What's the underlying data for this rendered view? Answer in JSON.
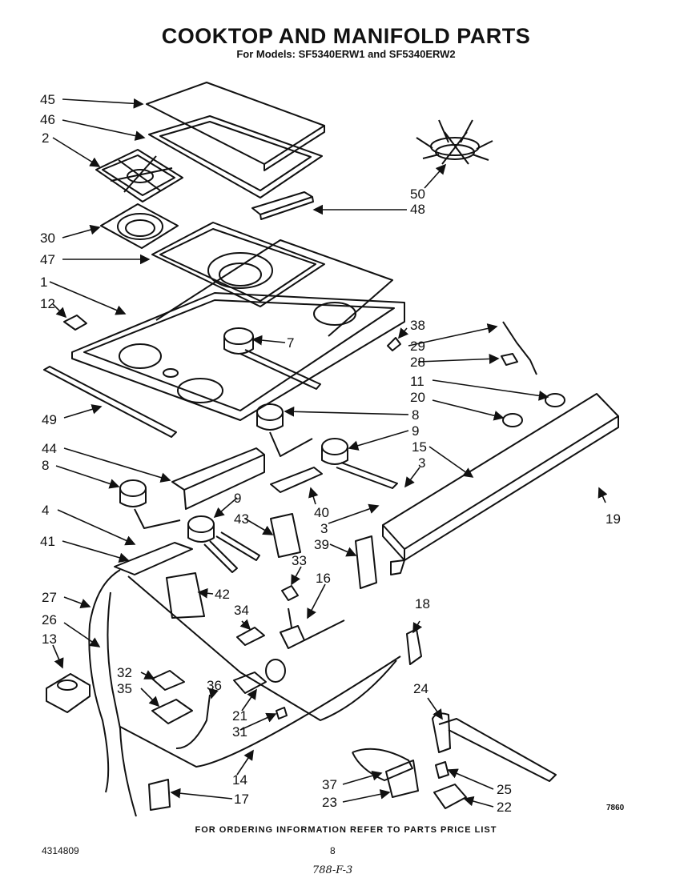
{
  "header": {
    "title": "COOKTOP AND MANIFOLD PARTS",
    "subtitle": "For Models: SF5340ERW1 and SF5340ERW2"
  },
  "footer": {
    "note": "FOR ORDERING INFORMATION REFER TO PARTS PRICE LIST",
    "doc_number": "4314809",
    "page_number": "8",
    "handwritten": "788-F-3",
    "figure_number": "7860"
  },
  "callouts": [
    {
      "id": "c45",
      "text": "45"
    },
    {
      "id": "c46",
      "text": "46"
    },
    {
      "id": "c2",
      "text": "2"
    },
    {
      "id": "c30",
      "text": "30"
    },
    {
      "id": "c47",
      "text": "47"
    },
    {
      "id": "c1",
      "text": "1"
    },
    {
      "id": "c12",
      "text": "12"
    },
    {
      "id": "c49",
      "text": "49"
    },
    {
      "id": "c44",
      "text": "44"
    },
    {
      "id": "c8a",
      "text": "8"
    },
    {
      "id": "c4",
      "text": "4"
    },
    {
      "id": "c41",
      "text": "41"
    },
    {
      "id": "c27",
      "text": "27"
    },
    {
      "id": "c26",
      "text": "26"
    },
    {
      "id": "c13",
      "text": "13"
    },
    {
      "id": "c50",
      "text": "50"
    },
    {
      "id": "c48",
      "text": "48"
    },
    {
      "id": "c7",
      "text": "7"
    },
    {
      "id": "c38",
      "text": "38"
    },
    {
      "id": "c29",
      "text": "29"
    },
    {
      "id": "c28",
      "text": "28"
    },
    {
      "id": "c11",
      "text": "11"
    },
    {
      "id": "c20",
      "text": "20"
    },
    {
      "id": "c8b",
      "text": "8"
    },
    {
      "id": "c9a",
      "text": "9"
    },
    {
      "id": "c15",
      "text": "15"
    },
    {
      "id": "c3a",
      "text": "3"
    },
    {
      "id": "c9b",
      "text": "9"
    },
    {
      "id": "c40",
      "text": "40"
    },
    {
      "id": "c3b",
      "text": "3"
    },
    {
      "id": "c43",
      "text": "43"
    },
    {
      "id": "c39",
      "text": "39"
    },
    {
      "id": "c19",
      "text": "19"
    },
    {
      "id": "c33",
      "text": "33"
    },
    {
      "id": "c16",
      "text": "16"
    },
    {
      "id": "c42",
      "text": "42"
    },
    {
      "id": "c34",
      "text": "34"
    },
    {
      "id": "c18",
      "text": "18"
    },
    {
      "id": "c32",
      "text": "32"
    },
    {
      "id": "c35",
      "text": "35"
    },
    {
      "id": "c36",
      "text": "36"
    },
    {
      "id": "c21",
      "text": "21"
    },
    {
      "id": "c31",
      "text": "31"
    },
    {
      "id": "c24",
      "text": "24"
    },
    {
      "id": "c14",
      "text": "14"
    },
    {
      "id": "c17",
      "text": "17"
    },
    {
      "id": "c37",
      "text": "37"
    },
    {
      "id": "c23",
      "text": "23"
    },
    {
      "id": "c25",
      "text": "25"
    },
    {
      "id": "c22",
      "text": "22"
    }
  ]
}
